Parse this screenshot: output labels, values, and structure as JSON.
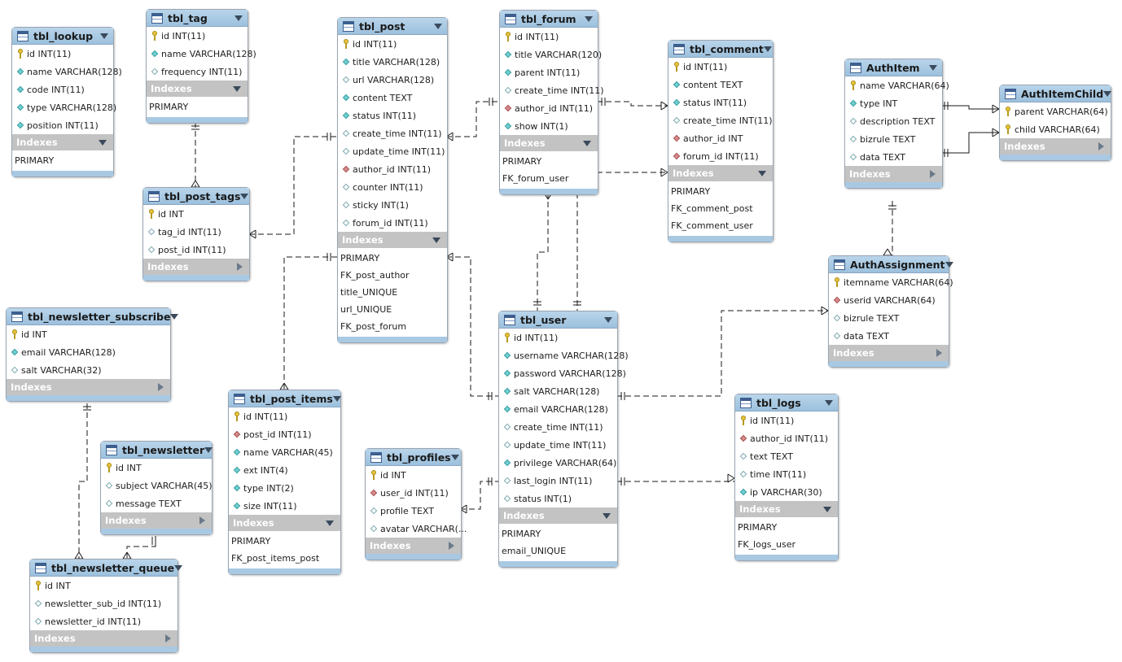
{
  "tables": [
    {
      "name": "tbl_lookup",
      "expanded": true,
      "cols": [
        {
          "k": "pk",
          "t": "id INT(11)"
        },
        {
          "k": "nn",
          "t": "name VARCHAR(128)"
        },
        {
          "k": "nn",
          "t": "code INT(11)"
        },
        {
          "k": "nn",
          "t": "type VARCHAR(128)"
        },
        {
          "k": "nn",
          "t": "position INT(11)"
        }
      ],
      "indexes": [
        "PRIMARY"
      ]
    },
    {
      "name": "tbl_tag",
      "expanded": true,
      "cols": [
        {
          "k": "pk",
          "t": "id INT(11)"
        },
        {
          "k": "nn",
          "t": "name VARCHAR(128)"
        },
        {
          "k": "nu",
          "t": "frequency INT(11)"
        }
      ],
      "indexes": [
        "PRIMARY"
      ]
    },
    {
      "name": "tbl_post",
      "expanded": true,
      "cols": [
        {
          "k": "pk",
          "t": "id INT(11)"
        },
        {
          "k": "nn",
          "t": "title VARCHAR(128)"
        },
        {
          "k": "nu",
          "t": "url VARCHAR(128)"
        },
        {
          "k": "nn",
          "t": "content TEXT"
        },
        {
          "k": "nn",
          "t": "status INT(11)"
        },
        {
          "k": "nu",
          "t": "create_time INT(11)"
        },
        {
          "k": "nu",
          "t": "update_time INT(11)"
        },
        {
          "k": "fk",
          "t": "author_id INT(11)"
        },
        {
          "k": "nu",
          "t": "counter INT(11)"
        },
        {
          "k": "nu",
          "t": "sticky INT(1)"
        },
        {
          "k": "nu",
          "t": "forum_id INT(11)"
        }
      ],
      "indexes": [
        "PRIMARY",
        "FK_post_author",
        "title_UNIQUE",
        "url_UNIQUE",
        "FK_post_forum"
      ]
    },
    {
      "name": "tbl_forum",
      "expanded": true,
      "cols": [
        {
          "k": "pk",
          "t": "id INT(11)"
        },
        {
          "k": "nn",
          "t": "title VARCHAR(120)"
        },
        {
          "k": "nn",
          "t": "parent INT(11)"
        },
        {
          "k": "nu",
          "t": "create_time INT(11)"
        },
        {
          "k": "fk",
          "t": "author_id INT(11)"
        },
        {
          "k": "nn",
          "t": "show INT(1)"
        }
      ],
      "indexes": [
        "PRIMARY",
        "FK_forum_user"
      ]
    },
    {
      "name": "tbl_comment",
      "expanded": true,
      "cols": [
        {
          "k": "pk",
          "t": "id INT(11)"
        },
        {
          "k": "nn",
          "t": "content TEXT"
        },
        {
          "k": "nn",
          "t": "status INT(11)"
        },
        {
          "k": "nu",
          "t": "create_time INT(11)"
        },
        {
          "k": "fk",
          "t": "author_id INT"
        },
        {
          "k": "fk",
          "t": "forum_id INT(11)"
        }
      ],
      "indexes": [
        "PRIMARY",
        "FK_comment_post",
        "FK_comment_user"
      ]
    },
    {
      "name": "AuthItem",
      "expanded": false,
      "cols": [
        {
          "k": "pk",
          "t": "name VARCHAR(64)"
        },
        {
          "k": "nn",
          "t": "type INT"
        },
        {
          "k": "nu",
          "t": "description TEXT"
        },
        {
          "k": "nu",
          "t": "bizrule TEXT"
        },
        {
          "k": "nu",
          "t": "data TEXT"
        }
      ],
      "indexes": []
    },
    {
      "name": "AuthItemChild",
      "expanded": false,
      "cols": [
        {
          "k": "pk",
          "t": "parent VARCHAR(64)"
        },
        {
          "k": "pk",
          "t": "child VARCHAR(64)"
        }
      ],
      "indexes": []
    },
    {
      "name": "tbl_post_tags",
      "expanded": false,
      "cols": [
        {
          "k": "pk",
          "t": "id INT"
        },
        {
          "k": "nu",
          "t": "tag_id INT(11)"
        },
        {
          "k": "nu",
          "t": "post_id INT(11)"
        }
      ],
      "indexes": []
    },
    {
      "name": "AuthAssignment",
      "expanded": false,
      "cols": [
        {
          "k": "pk",
          "t": "itemname VARCHAR(64)"
        },
        {
          "k": "fk",
          "t": "userid VARCHAR(64)"
        },
        {
          "k": "nu",
          "t": "bizrule TEXT"
        },
        {
          "k": "nu",
          "t": "data TEXT"
        }
      ],
      "indexes": []
    },
    {
      "name": "tbl_newsletter_subscribe",
      "expanded": false,
      "cols": [
        {
          "k": "pk",
          "t": "id INT"
        },
        {
          "k": "nn",
          "t": "email VARCHAR(128)"
        },
        {
          "k": "nu",
          "t": "salt VARCHAR(32)"
        }
      ],
      "indexes": []
    },
    {
      "name": "tbl_user",
      "expanded": true,
      "cols": [
        {
          "k": "pk",
          "t": "id INT(11)"
        },
        {
          "k": "nn",
          "t": "username VARCHAR(128)"
        },
        {
          "k": "nn",
          "t": "password VARCHAR(128)"
        },
        {
          "k": "nn",
          "t": "salt VARCHAR(128)"
        },
        {
          "k": "nn",
          "t": "email VARCHAR(128)"
        },
        {
          "k": "nu",
          "t": "create_time INT(11)"
        },
        {
          "k": "nu",
          "t": "update_time INT(11)"
        },
        {
          "k": "nn",
          "t": "privilege VARCHAR(64)"
        },
        {
          "k": "nu",
          "t": "last_login INT(11)"
        },
        {
          "k": "nu",
          "t": "status INT(1)"
        }
      ],
      "indexes": [
        "PRIMARY",
        "email_UNIQUE"
      ]
    },
    {
      "name": "tbl_post_items",
      "expanded": true,
      "cols": [
        {
          "k": "pk",
          "t": "id INT(11)"
        },
        {
          "k": "fk",
          "t": "post_id INT(11)"
        },
        {
          "k": "nn",
          "t": "name VARCHAR(45)"
        },
        {
          "k": "nn",
          "t": "ext INT(4)"
        },
        {
          "k": "nn",
          "t": "type INT(2)"
        },
        {
          "k": "nn",
          "t": "size INT(11)"
        }
      ],
      "indexes": [
        "PRIMARY",
        "FK_post_items_post"
      ]
    },
    {
      "name": "tbl_logs",
      "expanded": true,
      "cols": [
        {
          "k": "pk",
          "t": "id INT(11)"
        },
        {
          "k": "fk",
          "t": "author_id INT(11)"
        },
        {
          "k": "nu",
          "t": "text TEXT"
        },
        {
          "k": "nu",
          "t": "time INT(11)"
        },
        {
          "k": "nn",
          "t": "ip VARCHAR(30)"
        }
      ],
      "indexes": [
        "PRIMARY",
        "FK_logs_user"
      ]
    },
    {
      "name": "tbl_newsletter",
      "expanded": false,
      "cols": [
        {
          "k": "pk",
          "t": "id INT"
        },
        {
          "k": "nu",
          "t": "subject VARCHAR(45)"
        },
        {
          "k": "nu",
          "t": "message TEXT"
        }
      ],
      "indexes": []
    },
    {
      "name": "tbl_profiles",
      "expanded": false,
      "cols": [
        {
          "k": "pk",
          "t": "id INT"
        },
        {
          "k": "fk",
          "t": "user_id INT(11)"
        },
        {
          "k": "nu",
          "t": "profile TEXT"
        },
        {
          "k": "nu",
          "t": "avatar VARCHAR(..."
        }
      ],
      "indexes": []
    },
    {
      "name": "tbl_newsletter_queue",
      "expanded": false,
      "cols": [
        {
          "k": "pk",
          "t": "id INT"
        },
        {
          "k": "nu",
          "t": "newsletter_sub_id INT(11)"
        },
        {
          "k": "nu",
          "t": "newsletter_id INT(11)"
        }
      ],
      "indexes": []
    }
  ],
  "indexes_label": "Indexes"
}
